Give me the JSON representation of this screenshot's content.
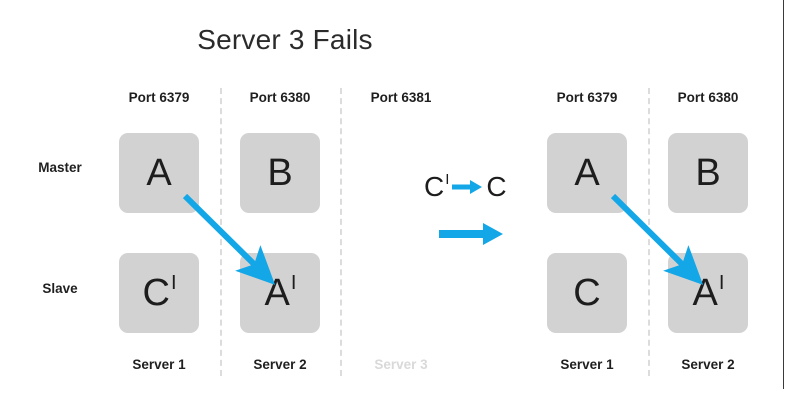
{
  "slide": {
    "title": "Server 3 Fails",
    "accent_color": "#13A7E8",
    "node_fill": "#d2d2d2",
    "text_color": "#1f1f1f",
    "dim_color": "#d9d9d9",
    "divider_color": "#dcdcdc"
  },
  "row_labels": [
    {
      "text": "Master"
    },
    {
      "text": "Slave"
    }
  ],
  "left_cluster": {
    "columns": [
      {
        "port": "Port 6379",
        "server": "Server 1",
        "dimmed": false,
        "master": {
          "letter": "A",
          "prime": ""
        },
        "slave": {
          "letter": "C",
          "prime": "I"
        }
      },
      {
        "port": "Port 6380",
        "server": "Server 2",
        "dimmed": false,
        "master": {
          "letter": "B",
          "prime": ""
        },
        "slave": {
          "letter": "A",
          "prime": "I"
        }
      },
      {
        "port": "Port 6381",
        "server": "Server 3",
        "dimmed": true,
        "master": null,
        "slave": null
      }
    ]
  },
  "right_cluster": {
    "columns": [
      {
        "port": "Port 6379",
        "server": "Server 1",
        "dimmed": false,
        "master": {
          "letter": "A",
          "prime": ""
        },
        "slave": {
          "letter": "C",
          "prime": ""
        }
      },
      {
        "port": "Port 6380",
        "server": "Server 2",
        "dimmed": false,
        "master": {
          "letter": "B",
          "prime": ""
        },
        "slave": {
          "letter": "A",
          "prime": "I"
        }
      }
    ]
  },
  "legend": {
    "promotion": {
      "from_letter": "C",
      "from_prime": "I",
      "to_letter": "C"
    },
    "transition_arrow": "arrow-right"
  },
  "failover_arrows": [
    {
      "name": "failover-arrow-left",
      "from": "Server 1 Master A",
      "to": "Server 2 Slave A'"
    },
    {
      "name": "failover-arrow-right",
      "from": "Server 1 Master A",
      "to": "Server 2 Slave A'"
    }
  ]
}
